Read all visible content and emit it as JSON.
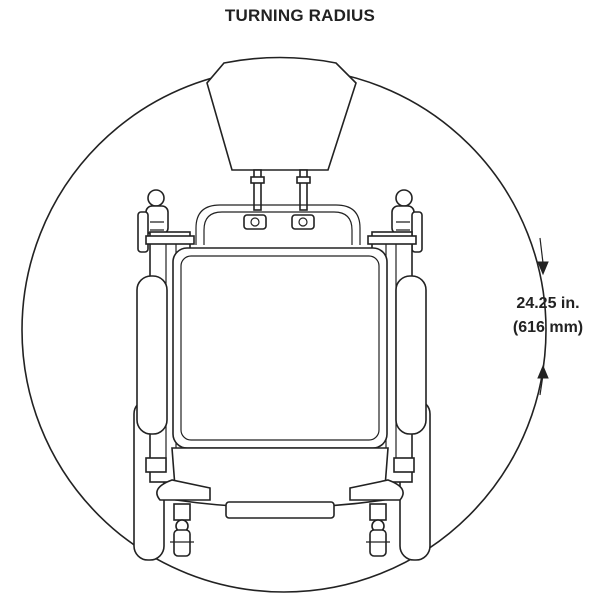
{
  "title": "TURNING RADIUS",
  "radius": {
    "imperial": "24.25 in.",
    "metric": "(616 mm)"
  }
}
